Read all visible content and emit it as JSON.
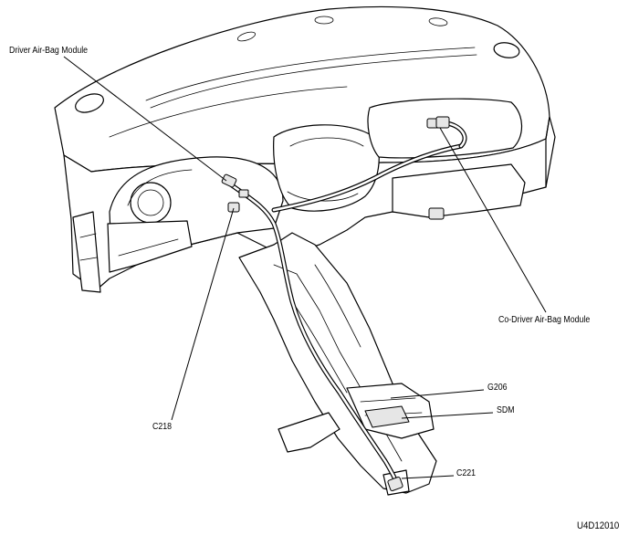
{
  "labels": {
    "driver_airbag_module": "Driver Air-Bag Module",
    "co_driver_airbag_module": "Co-Driver Air-Bag Module",
    "c218": "C218",
    "g206": "G206",
    "sdm": "SDM",
    "c221": "C221",
    "figure_code": "U4D12010"
  }
}
